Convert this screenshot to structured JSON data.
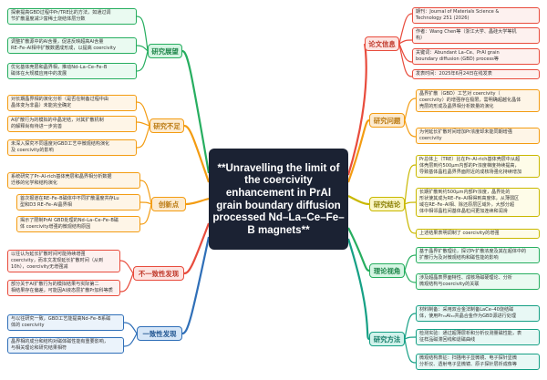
{
  "center_title": "**Unravelling the limit of the coercivity enhancement in PrAl grain boundary diffusion processed Nd–La–Ce–Fe–B magnets**",
  "colors": {
    "red": "#e84c3d",
    "orange": "#f39c12",
    "yellow": "#c9b800",
    "green": "#27ae60",
    "teal": "#16a085",
    "blue": "#2f6fb8",
    "purple": "#8e44ad"
  },
  "branches": {
    "paper_info": {
      "label": "论文信息",
      "leaves": [
        [
          "期刊：Journal of Materials Science &",
          "Technology 251 (2026)"
        ],
        [
          "作者：Wang Chen等（浙江大学、晶硅大学等机",
          "构）"
        ],
        [
          "关键词：Abundant La–Ce、PrAl grain",
          "boundary diffusion (GBD) process等"
        ],
        [
          "发表时间：2025年6月24日在线发表"
        ]
      ]
    },
    "research_question": {
      "label": "研究问题",
      "leaves": [
        [
          "晶界扩散（GBD）工艺对 coercivity（",
          "coercivity）的增强存在极限，需明确超越化晶体",
          "壳层的形成及晶界相分析数量的演化"
        ],
        [
          "为何延长扩散时间增加Pr浓度却未能同期增强",
          "coercivity"
        ]
      ]
    },
    "conclusion": {
      "label": "研究结论",
      "leaves": [
        [
          "Pr总体上（TRE）比在Pr–Al-rich基体壳层中从超",
          "体壳层到约500μm内部的Pr浓度梯度持续提高，",
          "导致基体晶粒晶界界面附近的成核场强化持续增加"
        ],
        [
          "长期扩散到约500μm内部Pr浓度，晶界处的",
          "形状使其成为RE–Fe–Al相得到高度体，从薄弱区",
          "域在RE–Fe–Al相、除还原层区域外，大部分超",
          "体中相邻晶粒间基体晶粒间更加连续和润滑"
        ],
        [
          "上述结果表明调制了 coercivity的增强"
        ]
      ]
    },
    "perspective": {
      "label": "理论视角",
      "leaves": [
        [
          "基于晶界扩散理论，探讨Pr扩散浓度及其在超体中的",
          "扩散行为及对微观结构和磁性能的影响"
        ],
        [
          "涉及超晶表界面特性、成核场磁硬理论、分析",
          "微观结构与coercivity的关联"
        ]
      ]
    },
    "method": {
      "label": "研究方法",
      "leaves": [
        [
          "材料制备：采用双合金法制备LaCe–40烧结磁",
          "体，使用Pr₇₀Al₃₀共晶合金作为GBD源进行处理"
        ],
        [
          "检测实验：通过超薄层析和分析仪测量磁性能，表",
          "征样品磁滞回线和退磁曲线"
        ],
        [
          "微观结构表征：扫描电子显微镜、电子探针显微",
          "分析仪、透射电子显微镜、原子探针层析成像等"
        ]
      ]
    },
    "outlook": {
      "label": "研究展望",
      "leaves": [
        [
          "探索提高GBD过程中Pr/TRE比的方法，如通过调",
          "节扩散温度减少富稀土烧结体层分数"
        ],
        [
          "调整扩散源中的Al含量，促进反映超高Al含量",
          "RE–Fe–Al相中扩散数据成形成，以提高 coercivity"
        ],
        [
          "优化基体壳层和晶界相，推动Nd–La–Ce–Fe–B",
          "磁体在大规模应用中的发展"
        ]
      ]
    },
    "limitations": {
      "label": "研究不足",
      "leaves": [
        [
          "对长期晶界相的演化分析（是否在制备过程中由",
          "晶体变为非晶）未能完全确定"
        ],
        [
          "Al扩散行为的模拟的中晶定结，对其扩散机制",
          "的解释尚有待进一步完善"
        ],
        [
          "未深入探究不同温度对GBD工艺中微观结构演化",
          "及 coercivity的影响"
        ]
      ]
    },
    "innovation": {
      "label": "创新点",
      "leaves": [
        [
          "系统研究了Pr–Al-rich基体壳层和晶界相分析数据",
          "迁移的化学和结构演化"
        ],
        [
          "首次报道在RE–Fe–B磁体中不同扩散温度共存Lu",
          "型和D3 RE–Fe–Al晶界相"
        ],
        [
          "揭示了限制PrAl GBD处理的Nd–La–Ce–Fe–B磁",
          "体 coercivity增强的微观结构原因"
        ]
      ]
    },
    "inconsistent": {
      "label": "不一致性发现",
      "leaves": [
        [
          "以往认为延长扩散时间可能持续增强",
          "coercivity，而本文发现延长扩散时间（从到",
          "10h），coercivity无增强减"
        ],
        [
          "部分关于Al扩散行为的模拟结果与实际第二",
          "相结果存在偏差，可能因Al液态层扩散Pr加科等质"
        ]
      ]
    },
    "consistent": {
      "label": "一致性发现",
      "leaves": [
        [
          "与以往研究一致，GBD工艺能提高Nd–Fe–B系磁",
          "体的 coercivity"
        ],
        [
          "晶界相的成分和结构对磁体磁性能有重要影响，",
          "与相关理论和研究结果相符"
        ]
      ]
    }
  }
}
